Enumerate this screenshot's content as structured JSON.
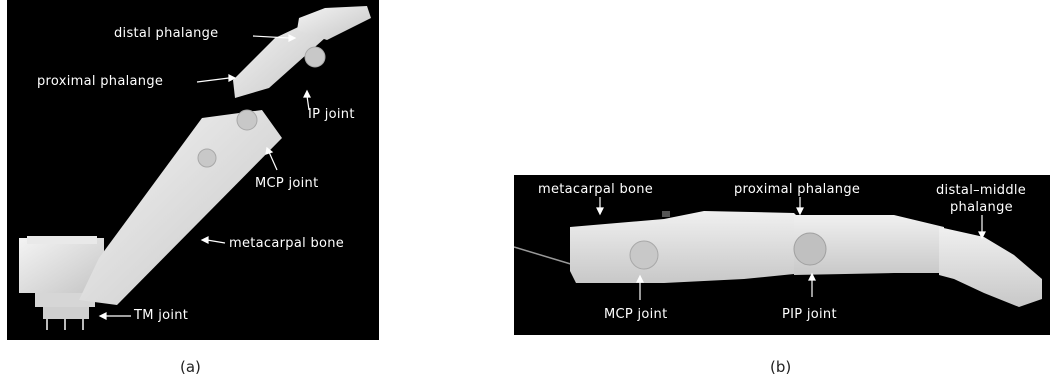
{
  "panel_a": {
    "labels": {
      "distal_phalange": "distal phalange",
      "proximal_phalange": "proximal phalange",
      "ip_joint": "IP joint",
      "mcp_joint": "MCP joint",
      "metacarpal_bone": "metacarpal bone",
      "tm_joint": "TM joint"
    },
    "caption": "(a)"
  },
  "panel_b": {
    "labels": {
      "metacarpal_bone": "metacarpal bone",
      "proximal_phalange": "proximal phalange",
      "distal_middle_phalange_line1": "distal–middle",
      "distal_middle_phalange_line2": "phalange",
      "mcp_joint": "MCP joint",
      "pip_joint": "PIP joint"
    },
    "caption": "(b)"
  },
  "colors": {
    "background": "#000000",
    "bone": "#e6e6e6",
    "label": "#ffffff"
  }
}
